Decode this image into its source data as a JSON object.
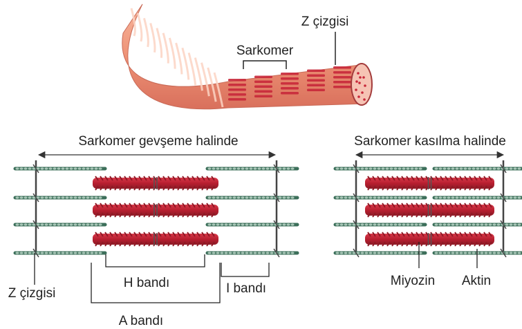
{
  "labels": {
    "z_line_top": "Z çizgisi",
    "sarcomere": "Sarkomer",
    "relaxed": "Sarkomer gevşeme halinde",
    "contracted": "Sarkomer kasılma halinde",
    "h_band": "H bandı",
    "i_band": "I bandı",
    "a_band": "A bandı",
    "z_line_bottom": "Z çizgisi",
    "myosin": "Miyozin",
    "actin": "Aktin"
  },
  "colors": {
    "fiber_light": "#f4a98c",
    "fiber_stripe": "#fbd3c3",
    "fiber_dark": "#e07a68",
    "myosin": "#c8283a",
    "myosin_dark": "#8e1a26",
    "actin": "#3c6f5a",
    "actin_light": "#a9c7b8",
    "z_line": "#444444",
    "text": "#222222"
  }
}
